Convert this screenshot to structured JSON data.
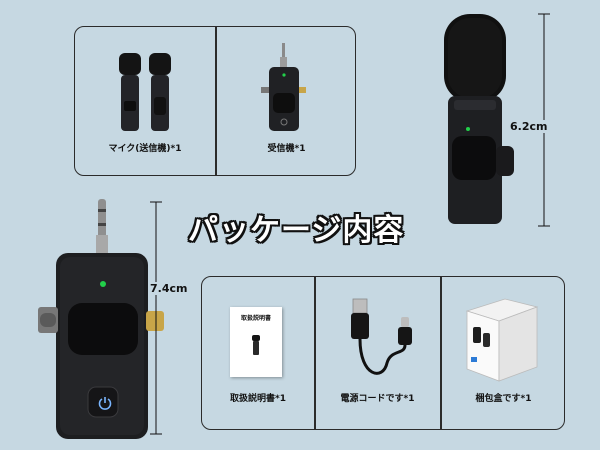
{
  "heading": "パッケージ内容",
  "top_panel": {
    "items": [
      {
        "label": "マイク(送信機)*1"
      },
      {
        "label": "受信機*1"
      }
    ]
  },
  "dimensions": {
    "mic_height": "6.2cm",
    "receiver_height": "7.4cm"
  },
  "bottom_panel": {
    "items": [
      {
        "label": "取扱説明書*1",
        "thumbnail_title": "取扱説明書"
      },
      {
        "label": "電源コードです*1"
      },
      {
        "label": "梱包盒です*1"
      }
    ]
  },
  "colors": {
    "background": "#c6d8e2",
    "device": "#1d1e20",
    "led": "#22d04a"
  },
  "icons": [
    "power-icon"
  ]
}
